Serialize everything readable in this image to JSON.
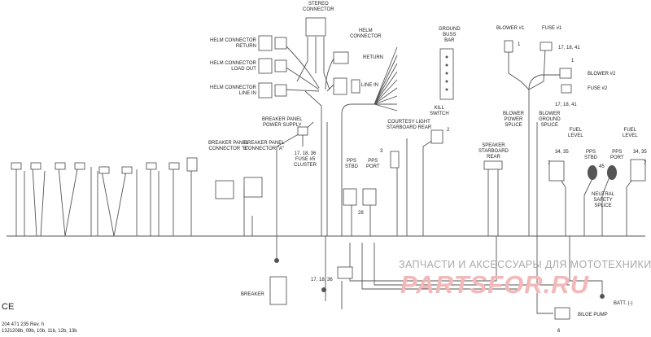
{
  "labels": {
    "stereo_connector": [
      "STEREO",
      "CONNECTOR"
    ],
    "helm_connector_return": [
      "HELM CONNECTOR",
      "RETURN"
    ],
    "helm_connector_load_out": [
      "HELM CONNECTOR",
      "LOAD OUT"
    ],
    "helm_connector_line_in": [
      "HELM CONNECTOR",
      "LINE IN"
    ],
    "helm_connector": [
      "HELM",
      "CONNECTOR"
    ],
    "return": "RETURN",
    "line_in": "LINE IN",
    "ground_buss_bar": [
      "GROUND",
      "BUSS",
      "BAR"
    ],
    "blower_1": "BLOWER #1",
    "fuse_1": "FUSE #1",
    "blower_2": "BLOWER #2",
    "fuse_2": "FUSE #2",
    "ref_1a": "1",
    "ref_1b": "1",
    "ref_17_18_41a": "17, 18, 41",
    "ref_17_18_41b": "17, 18, 41",
    "breaker_panel_power_supply": [
      "BREAKER PANEL",
      "POWER SUPPLY"
    ],
    "breaker_panel_connector_b": [
      "BREAKER PANEL",
      "CONNECTOR \"B\""
    ],
    "breaker_panel_connector_a": [
      "BREAKER PANEL",
      "CONNECTOR \"A\""
    ],
    "fuse5_cluster": [
      "17, 18, 36",
      "FUSE #5",
      "CLUSTER"
    ],
    "courtesy_light": [
      "COURTESY LIGHT",
      "STARBOARD REAR"
    ],
    "kill_switch": [
      "KILL",
      "SWITCH"
    ],
    "ref_2": "2",
    "ref_3": "3",
    "pps_stbd_left": [
      "PPS",
      "STBD"
    ],
    "pps_port_left": [
      "PPS",
      "PORT"
    ],
    "ref_28": "28",
    "blower_power_splice": [
      "BLOWER",
      "POWER",
      "SPLICE"
    ],
    "blower_ground_splice": [
      "BLOWER",
      "GROUND",
      "SPLICE"
    ],
    "speaker_starboard_rear": [
      "SPEAKER",
      "STARBOARD",
      "REAR"
    ],
    "fuel_level_left": [
      "FUEL",
      "LEVEL"
    ],
    "fuel_level_right": [
      "FUEL",
      "LEVEL"
    ],
    "ref_34_35a": "34, 35",
    "ref_34_35b": "34, 35",
    "pps_stbd_right": [
      "PPS",
      "STBD"
    ],
    "pps_port_right": [
      "PPS",
      "PORT"
    ],
    "ref_7a": "7",
    "ref_7b": "7",
    "ref_45": "45",
    "neutral_safety_splice": [
      "NEUTRAL",
      "SAFETY",
      "SPLICE"
    ],
    "breaker": "BREAKER",
    "ref_17_18_36": "17, 18, 36",
    "batt": "BATT. (-)",
    "bilge_pump": "BILGE PUMP",
    "ref_6": "6"
  },
  "watermark": {
    "line1": "ЗАПЧАСТИ И АКСЕССУАРЫ ДЛЯ МОТОТЕХНИКИ",
    "line2": "PARTSFOR.RU"
  },
  "footer": {
    "ce": "CE",
    "doc_number": "204 471 235 Rev. h",
    "model_codes": "13J1208b, 09b, 10b, 11b, 12b, 13b"
  }
}
